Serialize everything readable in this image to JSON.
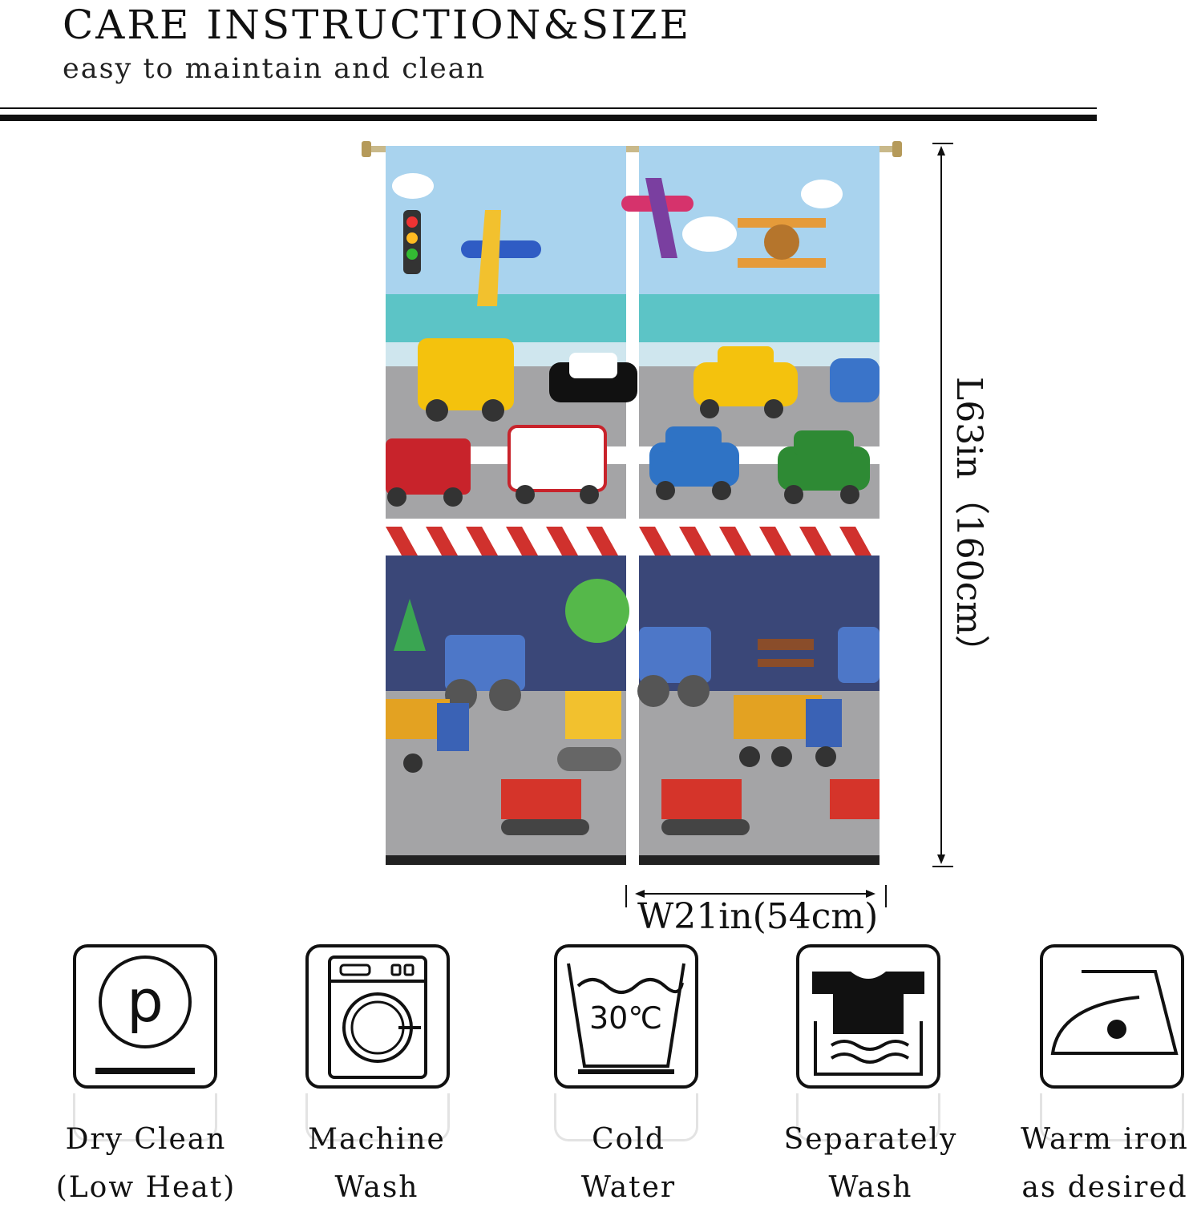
{
  "header": {
    "title": "CARE INSTRUCTION&SIZE",
    "subtitle": "easy to maintain and clean"
  },
  "dimensions": {
    "length": "L63in（160cm）",
    "width": "W21in(54cm)"
  },
  "care": [
    {
      "icon": "dry-clean-icon",
      "line1": "Dry Clean",
      "line2": "(Low Heat)"
    },
    {
      "icon": "washing-machine-icon",
      "line1": "Machine",
      "line2": "Wash"
    },
    {
      "icon": "wash-tub-icon",
      "symbol_text": "30℃",
      "line1": "Cold",
      "line2": "Water"
    },
    {
      "icon": "separate-wash-icon",
      "line1": "Separately",
      "line2": "Wash"
    },
    {
      "icon": "iron-icon",
      "line1": "Warm iron",
      "line2": "as desired"
    }
  ],
  "colors": {
    "sky": "#a9d3ee",
    "sea": "#5cc4c6",
    "road": "#a4a4a6",
    "night": "#3a4778",
    "stripe_red": "#d0312d"
  }
}
